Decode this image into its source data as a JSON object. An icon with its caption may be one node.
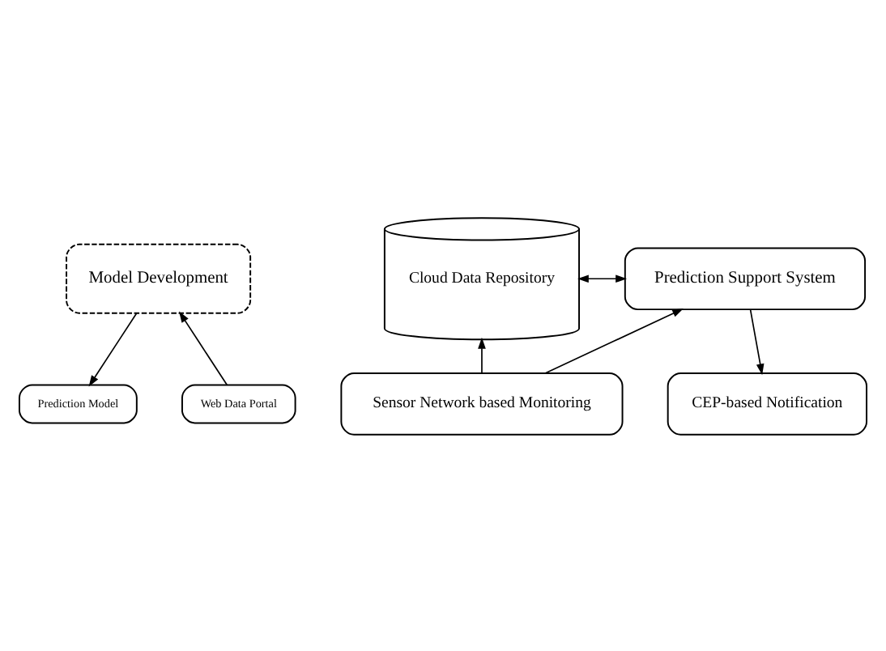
{
  "diagram": {
    "nodes": [
      {
        "text": [
          "Model Development"
        ]
      },
      {
        "text": [
          "Web Data Portal"
        ]
      },
      {
        "text": [
          "Cloud Data Repository"
        ]
      },
      {
        "text": [
          "Prediction Model"
        ]
      },
      {
        "text": [
          "Prediction Support System"
        ]
      },
      {
        "text": [
          "Sensor Network based Monitoring"
        ]
      },
      {
        "text": [
          "CEP-based Notification"
        ]
      }
    ],
    "edges": [
      {
        "from": 1,
        "to": 0,
        "arrow": "to"
      },
      {
        "from": 0,
        "to": 3,
        "arrow": "to"
      },
      {
        "from": 2,
        "to": 4,
        "arrow": "both"
      },
      {
        "from": 5,
        "to": 2,
        "arrow": "to"
      },
      {
        "from": 5,
        "to": 4,
        "arrow": "to"
      },
      {
        "from": 4,
        "to": 6,
        "arrow": "to"
      }
    ]
  }
}
